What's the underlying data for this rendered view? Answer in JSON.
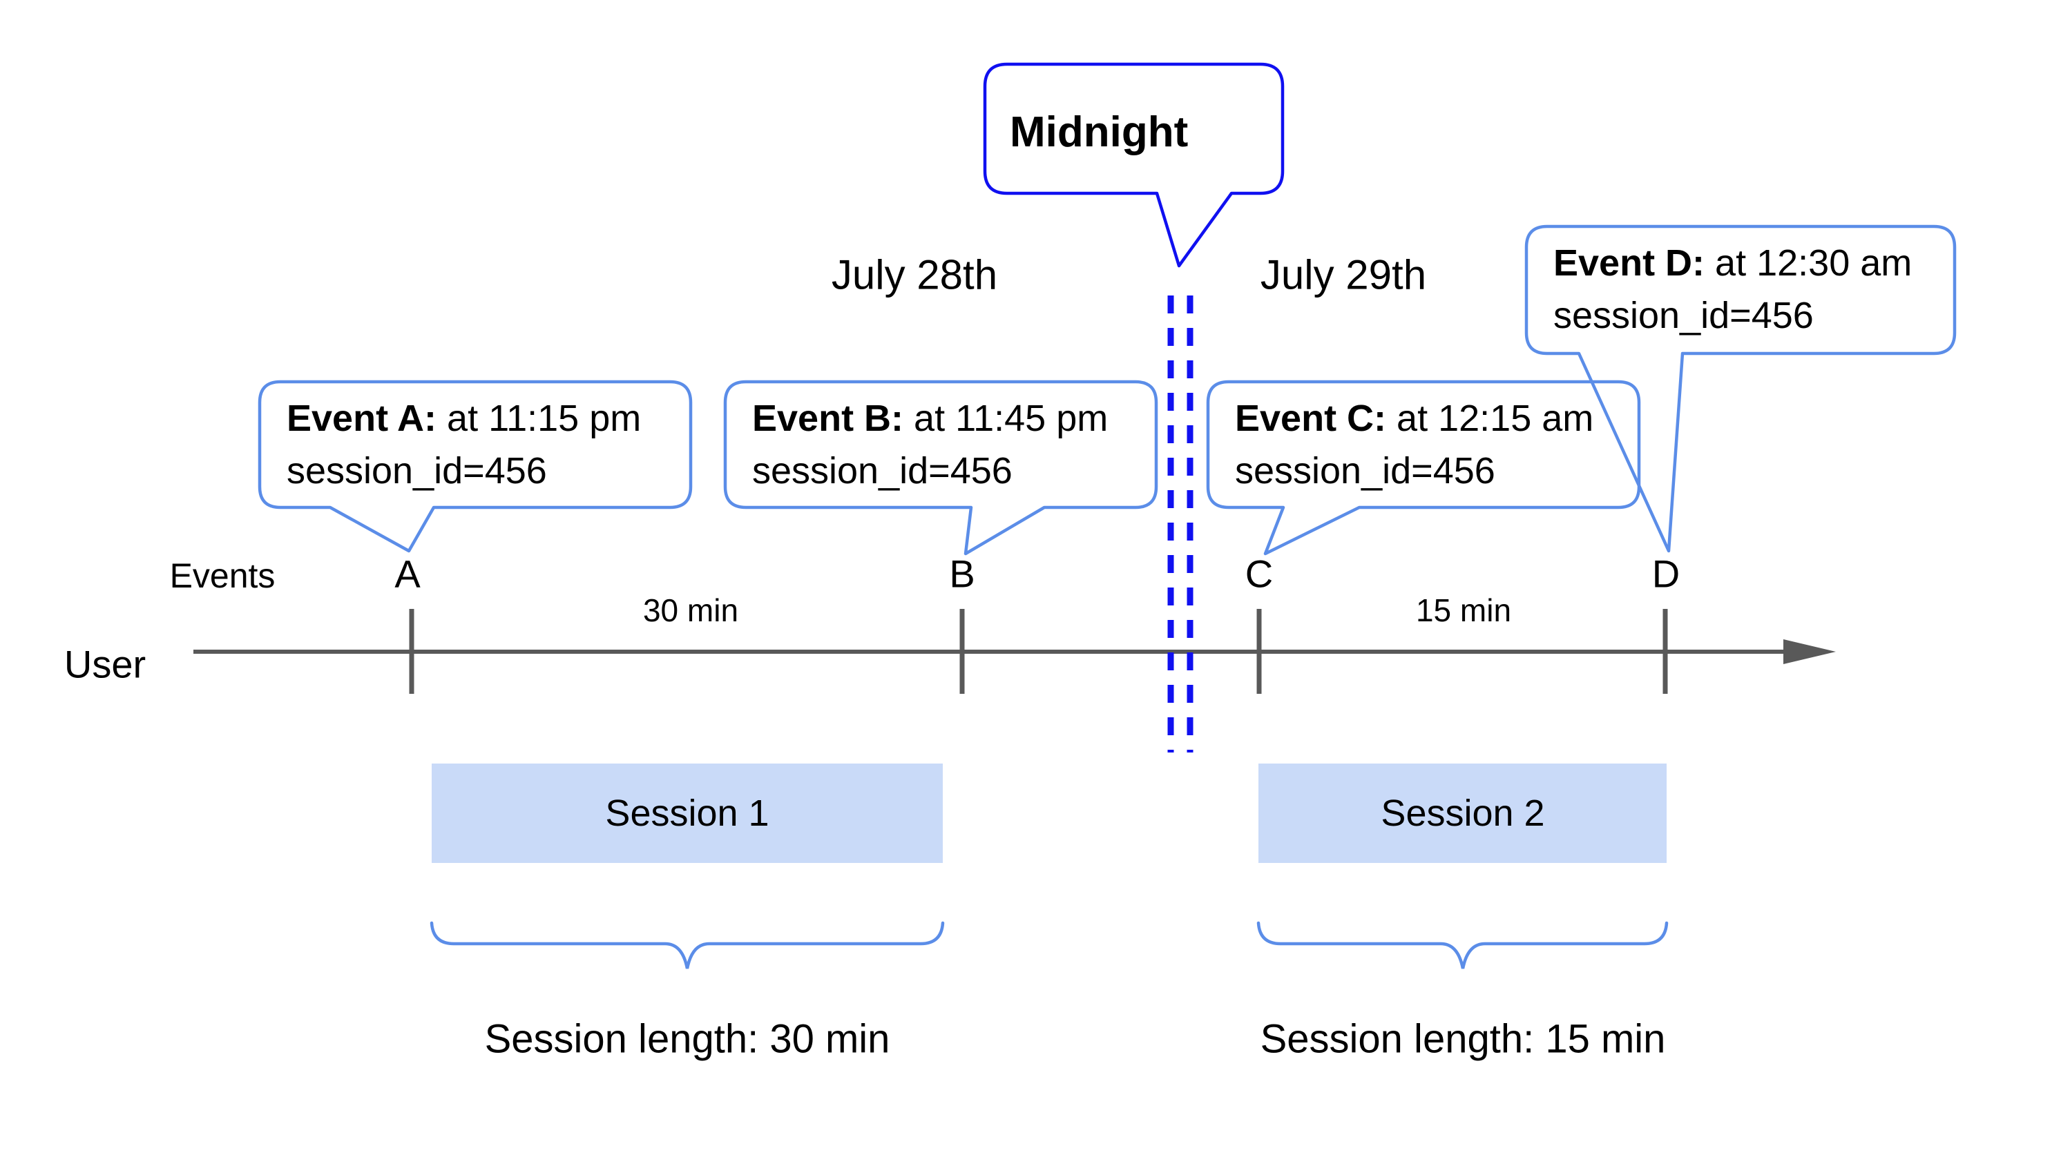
{
  "colors": {
    "midnight_blue": "#1010f0",
    "event_blue": "#5b8de8",
    "session_fill": "#c9daf8",
    "line_gray": "#595959",
    "text_black": "#000000"
  },
  "dates": {
    "left": "July 28th",
    "right": "July 29th"
  },
  "midnight": {
    "label": "Midnight"
  },
  "axis": {
    "events_label": "Events",
    "user_label": "User"
  },
  "events": [
    {
      "tick_label": "A",
      "title": "Event A:",
      "time": " at 11:15 pm",
      "session": "session_id=456"
    },
    {
      "tick_label": "B",
      "title": "Event B:",
      "time": " at 11:45 pm",
      "session": "session_id=456"
    },
    {
      "tick_label": "C",
      "title": "Event C:",
      "time": " at 12:15 am",
      "session": "session_id=456"
    },
    {
      "tick_label": "D",
      "title": "Event D:",
      "time": " at 12:30 am",
      "session": "session_id=456"
    }
  ],
  "intervals": {
    "left": "30 min",
    "right": "15 min"
  },
  "sessions": [
    {
      "label": "Session 1",
      "length_label": "Session length: 30 min"
    },
    {
      "label": "Session 2",
      "length_label": "Session length: 15 min"
    }
  ]
}
